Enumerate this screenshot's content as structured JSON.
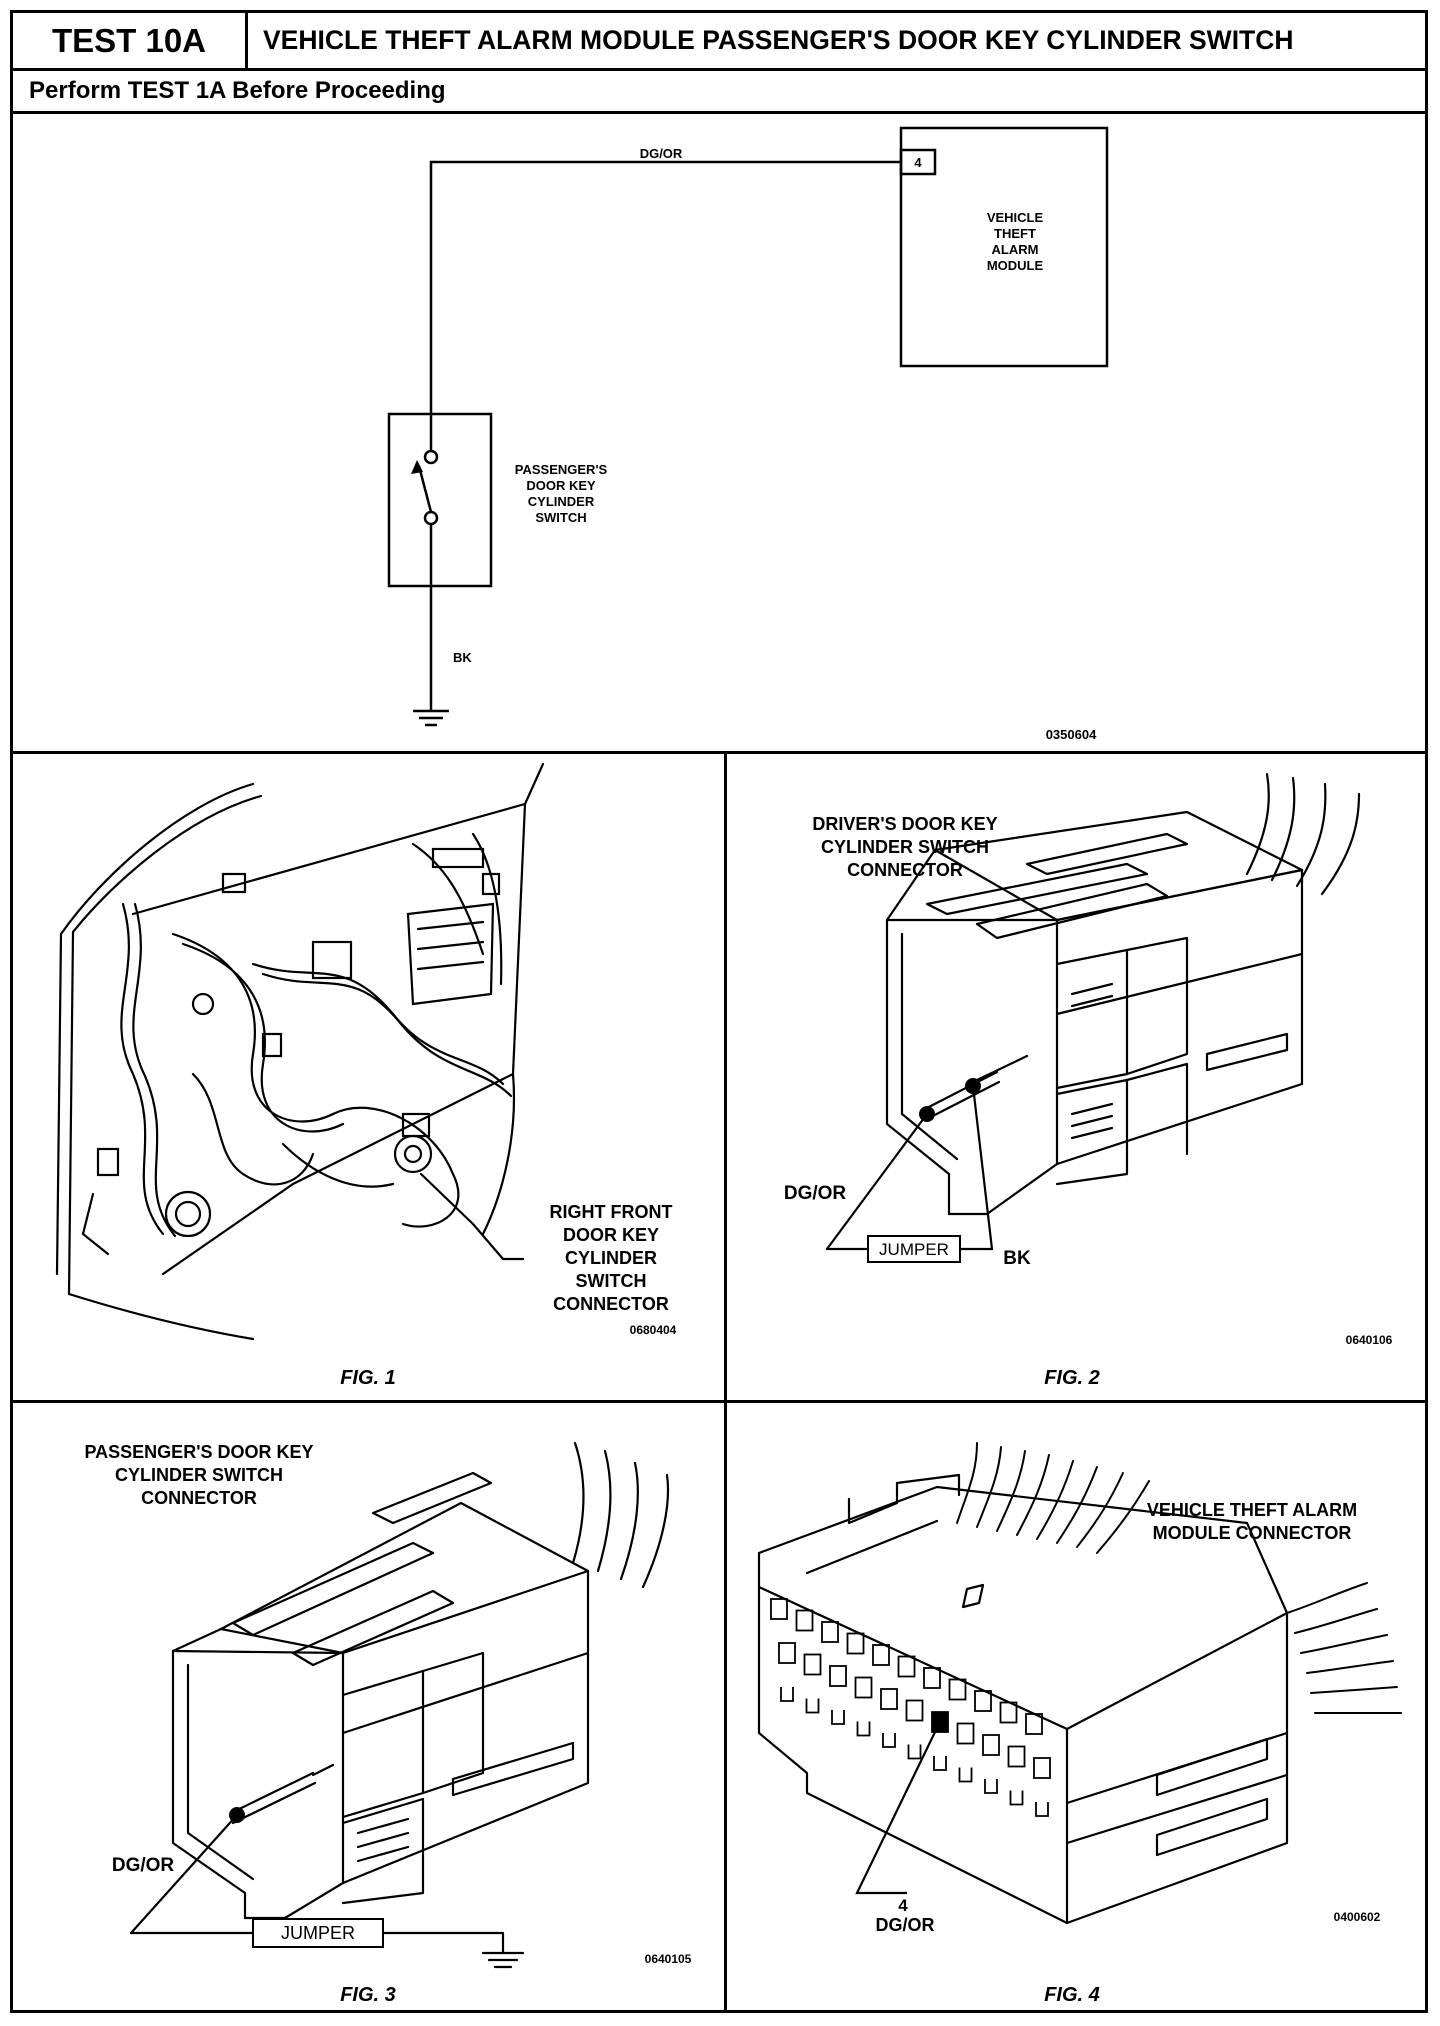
{
  "header": {
    "test_id": "TEST 10A",
    "title": "VEHICLE THEFT ALARM MODULE PASSENGER'S DOOR KEY CYLINDER SWITCH",
    "precondition": "Perform TEST 1A Before Proceeding"
  },
  "schematic": {
    "wire_top": "DG/OR",
    "pin": "4",
    "module_lines": [
      "VEHICLE",
      "THEFT",
      "ALARM",
      "MODULE"
    ],
    "switch_lines": [
      "PASSENGER'S",
      "DOOR  KEY",
      "CYLINDER",
      "SWITCH"
    ],
    "wire_bottom": "BK",
    "drawing_no": "0350604"
  },
  "fig1": {
    "callout_lines": [
      "RIGHT FRONT",
      "DOOR KEY",
      "CYLINDER",
      "SWITCH",
      "CONNECTOR"
    ],
    "drawing_no": "0680404",
    "caption": "FIG. 1"
  },
  "fig2": {
    "title_lines": [
      "DRIVER'S DOOR  KEY",
      "CYLINDER SWITCH",
      "CONNECTOR"
    ],
    "wire_a": "DG/OR",
    "wire_b": "BK",
    "jumper": "JUMPER",
    "drawing_no": "0640106",
    "caption": "FIG. 2"
  },
  "fig3": {
    "title_lines": [
      "PASSENGER'S DOOR KEY",
      "CYLINDER SWITCH",
      "CONNECTOR"
    ],
    "wire_a": "DG/OR",
    "jumper": "JUMPER",
    "drawing_no": "0640105",
    "caption": "FIG. 3"
  },
  "fig4": {
    "title_lines": [
      "VEHICLE THEFT ALARM",
      "MODULE CONNECTOR"
    ],
    "pin": "4",
    "wire": "DG/OR",
    "drawing_no": "0400602",
    "caption": "FIG. 4"
  }
}
